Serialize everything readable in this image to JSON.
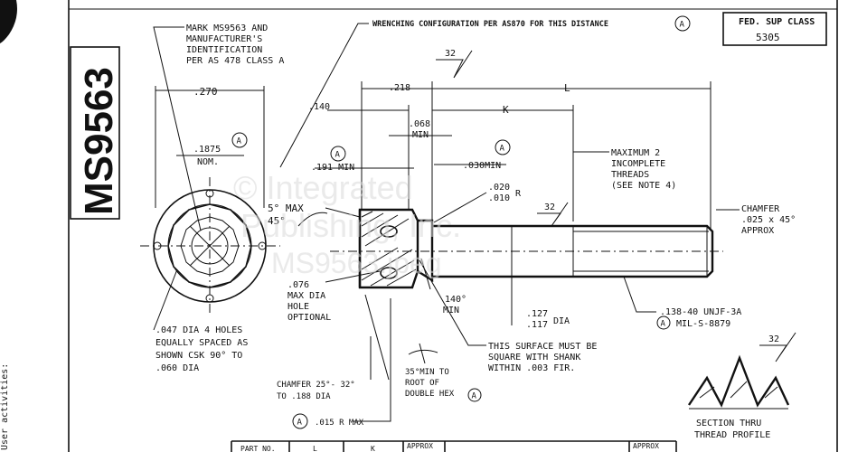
{
  "standard_number": "MS9563",
  "fed_sup_class": {
    "label": "FED. SUP CLASS",
    "value": "5305"
  },
  "margin_text": "User activities:",
  "notes": {
    "marking": [
      "MARK MS9563 AND",
      "MANUFACTURER'S",
      "IDENTIFICATION",
      "PER AS 478 CLASS A"
    ],
    "wrenching": "WRENCHING CONFIGURATION PER AS870 FOR THIS DISTANCE",
    "incomplete_threads": [
      "MAXIMUM 2",
      "INCOMPLETE",
      "THREADS",
      "(SEE NOTE 4)"
    ],
    "chamfer_end": [
      "CHAMFER",
      ".025 x 45°",
      "APPROX"
    ],
    "thread_spec": [
      ".138-40 UNJF-3A",
      "MIL-S-8879"
    ],
    "holes": [
      ".047 DIA 4 HOLES",
      "EQUALLY SPACED AS",
      "SHOWN CSK 90° TO",
      ".060 DIA"
    ],
    "hole_optional": [
      ".076",
      "MAX DIA",
      "HOLE",
      "OPTIONAL"
    ],
    "square_surface": [
      "THIS SURFACE MUST BE",
      "SQUARE WITH SHANK",
      "WITHIN .003 FIR."
    ],
    "chamfer_head": [
      "CHAMFER 25°- 32°",
      "TO .188 DIA"
    ],
    "root_hex": [
      "35°MIN TO",
      "ROOT OF",
      "DOUBLE HEX"
    ],
    "radius": ".015 R MAX",
    "section": [
      "SECTION THRU",
      "THREAD PROFILE"
    ]
  },
  "dimensions": {
    "d270": ".270",
    "d1875": [
      ".1875",
      "NOM."
    ],
    "d191": ".191 MIN",
    "d140": ".140",
    "d218": ".218",
    "L": "L",
    "K": "K",
    "d068": [
      ".068",
      "MIN"
    ],
    "d030": ".030MIN",
    "d020": [
      ".020",
      ".010"
    ],
    "R": "R",
    "finish": "32",
    "angle5": "5° MAX",
    "angle45": "45°",
    "angle140": [
      "140°",
      "MIN"
    ],
    "d127": [
      ".127",
      ".117"
    ],
    "dia": "DIA"
  },
  "circle_tag": "A",
  "table": {
    "cells": [
      "PART NO.",
      "L",
      "K",
      "APPROX",
      "",
      "APPROX"
    ]
  },
  "watermark": [
    "© Integrated",
    "Publishing, Inc.",
    "MS9563.jpeg"
  ]
}
